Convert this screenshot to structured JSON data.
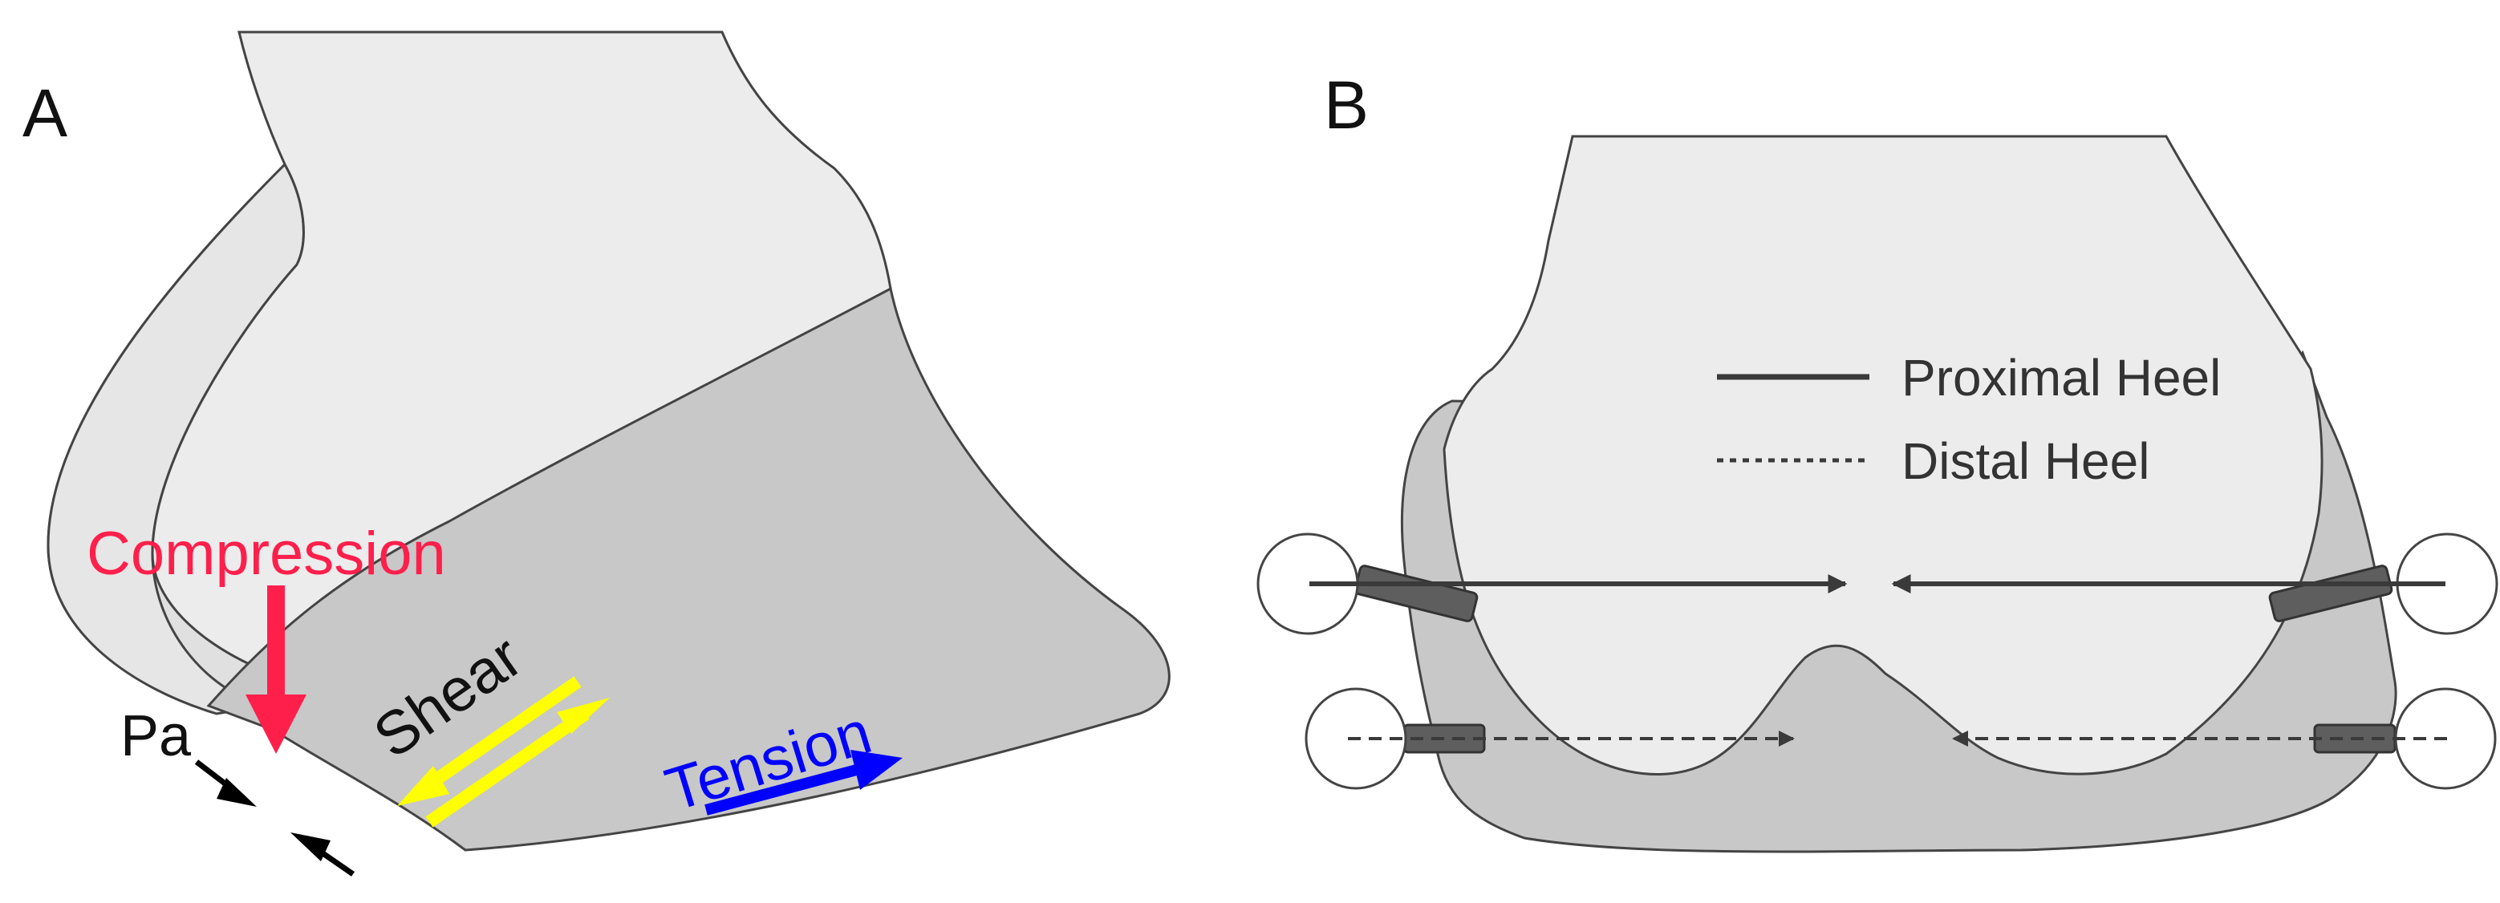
{
  "panel_a": {
    "letter": "A",
    "labels": {
      "compression": "Compression",
      "shear": "Shear",
      "tension": "Tension",
      "pa": "Pa"
    }
  },
  "panel_b": {
    "letter": "B",
    "legend": [
      {
        "label": "Proximal Heel",
        "style": "solid"
      },
      {
        "label": "Distal Heel",
        "style": "dotted"
      }
    ]
  },
  "colors": {
    "compression": "#ff1f4b",
    "shear": "#ffff00",
    "tension": "#0000ff",
    "pa_arrow": "#000000",
    "light_fill": "#ececec",
    "dark_fill": "#c8c8c8",
    "outline": "#444444",
    "measure_line": "#3a3a3a",
    "pin": "#5e5e5e"
  }
}
